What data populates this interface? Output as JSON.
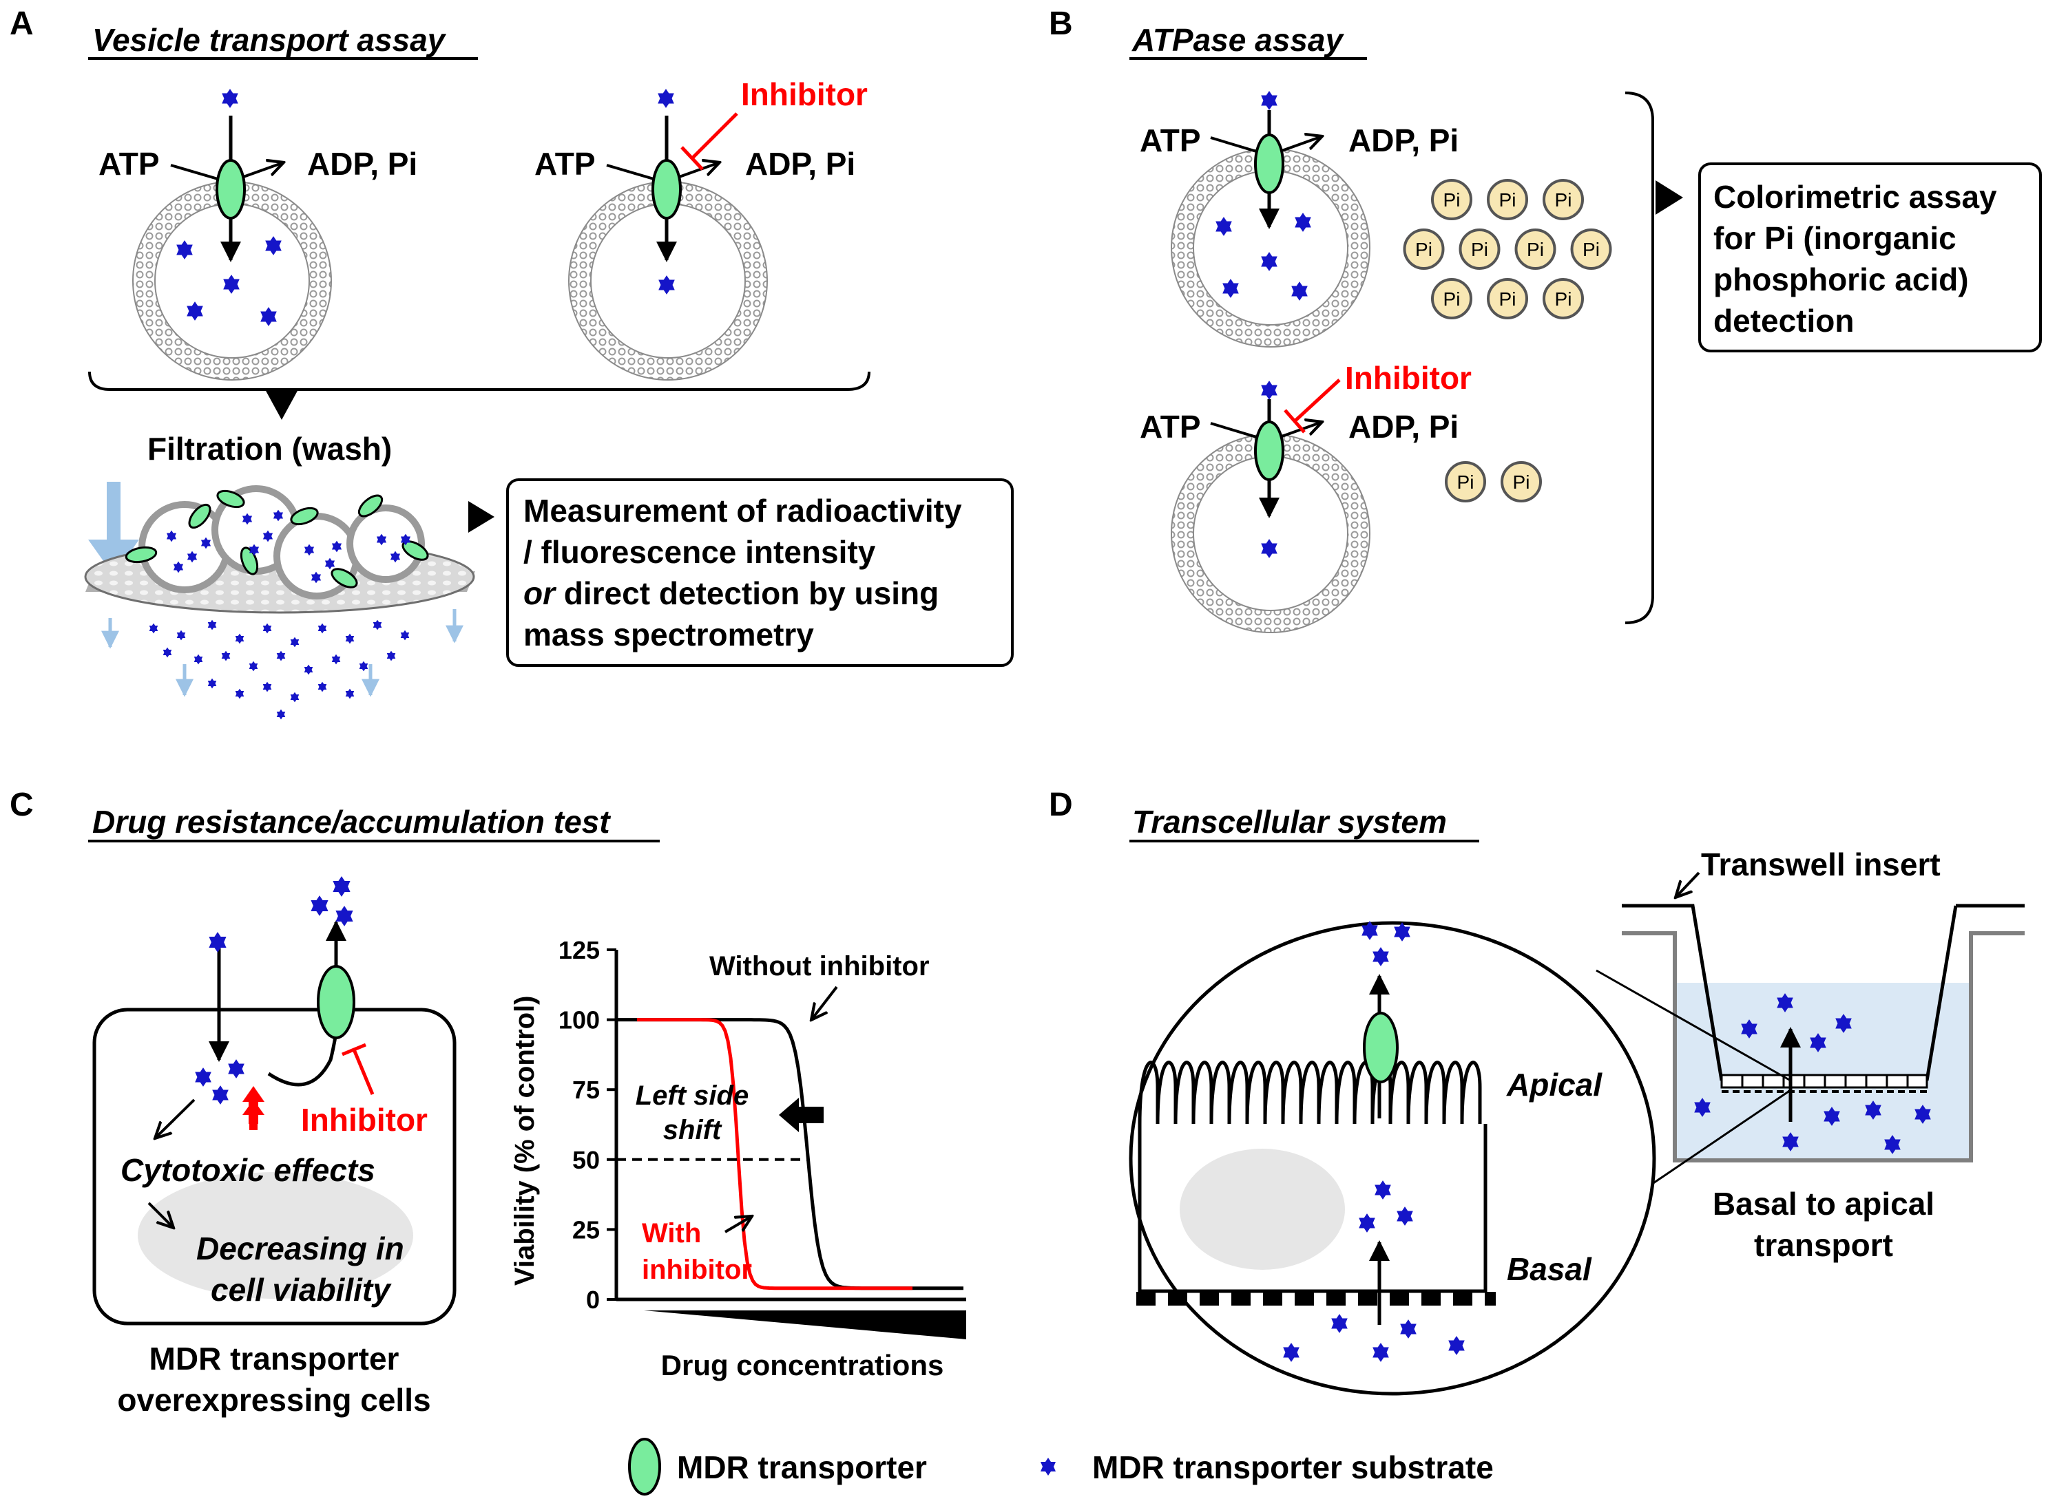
{
  "colors": {
    "transporter_fill": "#79ec9d",
    "substrate": "#1515c8",
    "inhibitor": "#ff0000",
    "filter_flow": "#9dc3e6",
    "membrane_grey": "#b0b0b0",
    "pi_fill": "#f8e7b4",
    "nucleus_grey": "#e6e6e6",
    "medium_blue": "#dae8f5"
  },
  "panel_a": {
    "letter": "A",
    "title": "Vesicle transport assay",
    "atp": "ATP",
    "products": "ADP, Pi",
    "inhibitor": "Inhibitor",
    "filtration": "Filtration (wash)",
    "measure_line1": "Measurement of radioactivity",
    "measure_line2": "/ fluorescence intensity",
    "measure_line3_em": "or",
    "measure_line3_rest": " direct detection by using",
    "measure_line4": "mass spectrometry"
  },
  "panel_b": {
    "letter": "B",
    "title": "ATPase assay",
    "atp": "ATP",
    "products": "ADP, Pi",
    "inhibitor": "Inhibitor",
    "pi_label": "Pi",
    "pi_count_without_inhibitor": 10,
    "pi_count_with_inhibitor": 2,
    "box_line1": "Colorimetric assay",
    "box_line2": "for Pi (inorganic",
    "box_line3": "phosphoric acid)",
    "box_line4": "detection"
  },
  "panel_c": {
    "letter": "C",
    "title": "Drug resistance/accumulation test",
    "inhibitor": "Inhibitor",
    "cytotoxic": "Cytotoxic effects",
    "decreasing_1": "Decreasing in",
    "decreasing_2": "cell viability",
    "cells_1": "MDR transporter",
    "cells_2": "overexpressing cells",
    "shift_1": "Left side",
    "shift_2": "shift"
  },
  "chart_data": {
    "type": "line",
    "ylabel": "Viability (% of control)",
    "xlabel": "Drug concentrations",
    "ylim": [
      0,
      125
    ],
    "yticks": [
      0,
      25,
      50,
      75,
      100,
      125
    ],
    "series": [
      {
        "name": "Without inhibitor",
        "color": "#000000",
        "ic50_fraction": 0.55,
        "top": 100,
        "bottom": 4
      },
      {
        "name_line1": "With",
        "name_line2": "inhibitor",
        "color": "#ff0000",
        "ic50_fraction": 0.35,
        "top": 100,
        "bottom": 4
      }
    ],
    "threshold": 50
  },
  "panel_d": {
    "letter": "D",
    "title": "Transcellular system",
    "apical": "Apical",
    "basal": "Basal",
    "insert": "Transwell insert",
    "transport_1": "Basal to apical",
    "transport_2": "transport"
  },
  "legend": {
    "transporter": "MDR transporter",
    "substrate": "MDR transporter substrate"
  }
}
